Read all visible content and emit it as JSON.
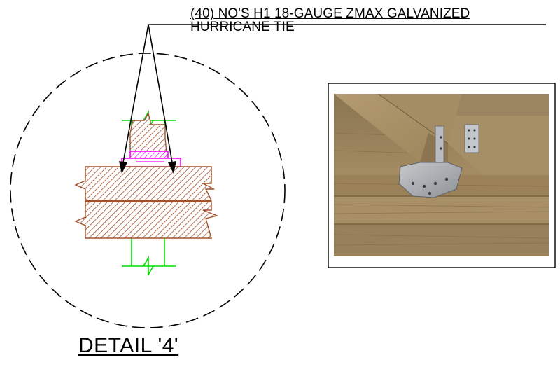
{
  "callout": {
    "line1": "(40) NO'S H1 18-GAUGE ZMAX GALVANIZED",
    "line2": "HURRICANE TIE"
  },
  "title": "DETAIL '4'",
  "colors": {
    "wood": "#a0522d",
    "tie": "#ff00ff",
    "stud": "#00dd00",
    "line": "#000000"
  }
}
